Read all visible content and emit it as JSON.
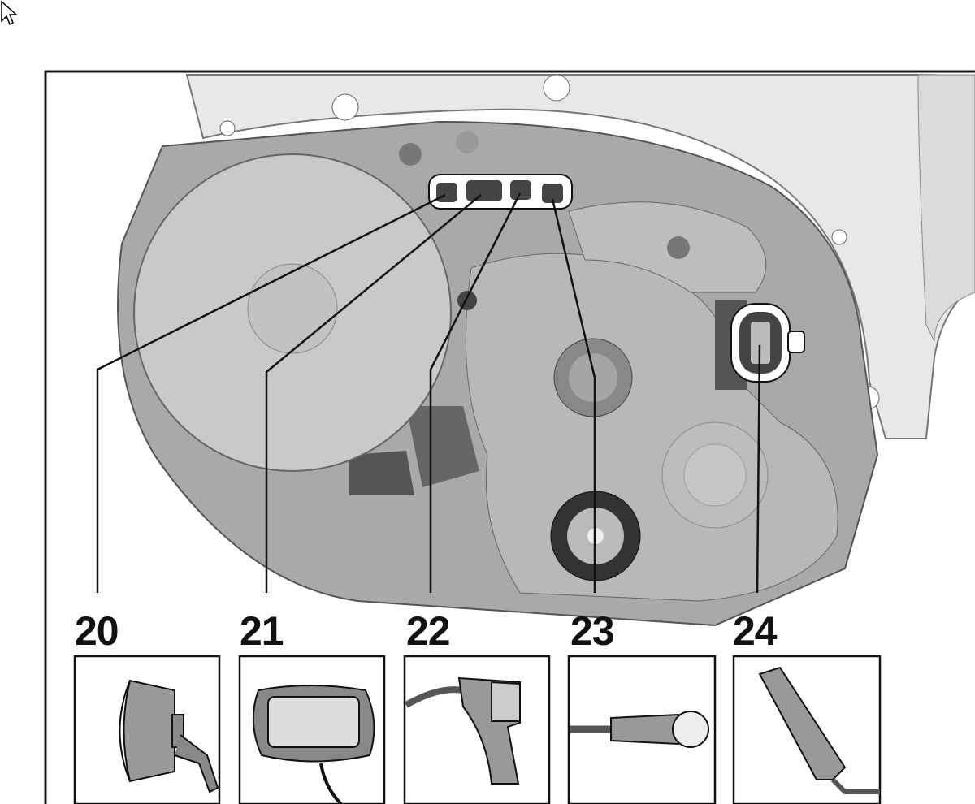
{
  "callouts": [
    {
      "number": "20",
      "accessory": "headlight"
    },
    {
      "number": "21",
      "accessory": "display"
    },
    {
      "number": "22",
      "accessory": "speed-sensor-rear-light"
    },
    {
      "number": "23",
      "accessory": "speed-sensor"
    },
    {
      "number": "24",
      "accessory": "battery"
    }
  ],
  "colors": {
    "housing": "#a9a9a9",
    "housing_dark": "#6d6d6d",
    "frame": "#e6e6e6",
    "outline": "#111111"
  }
}
